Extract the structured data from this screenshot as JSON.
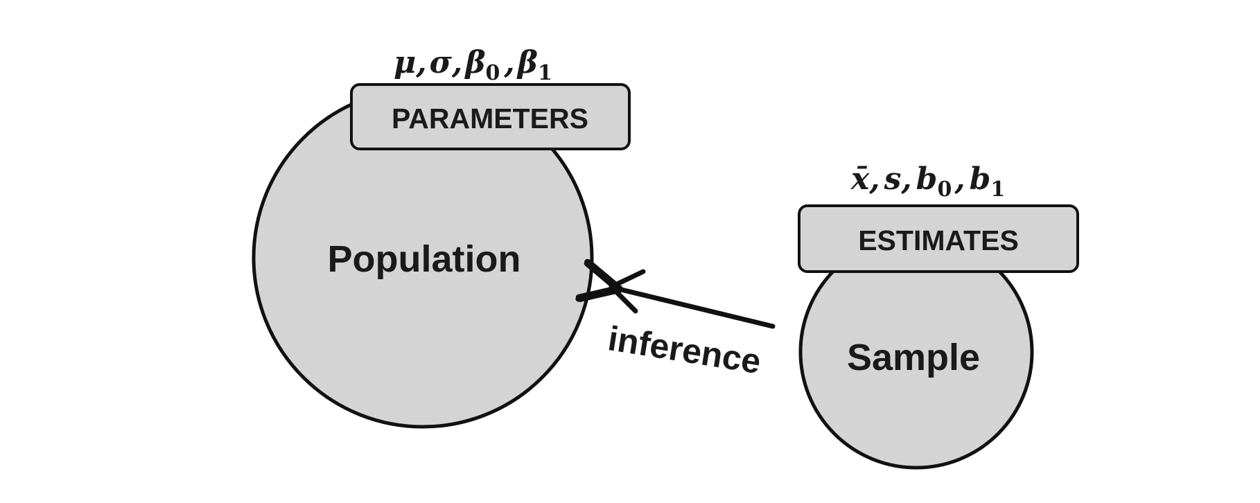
{
  "population": {
    "label": "Population",
    "box_label": "PARAMETERS",
    "symbols": {
      "mu": "μ",
      "sigma": "σ",
      "beta": "β",
      "sub0": "0",
      "sub1": "1",
      "comma": ","
    }
  },
  "sample": {
    "label": "Sample",
    "box_label": "ESTIMATES",
    "symbols": {
      "xbar": "x̄",
      "s": "s",
      "b": "b",
      "sub0": "0",
      "sub1": "1",
      "comma": ","
    }
  },
  "arrow": {
    "label": "inference"
  },
  "colors": {
    "fill": "#d4d4d4",
    "stroke": "#111111",
    "background": "#ffffff"
  }
}
